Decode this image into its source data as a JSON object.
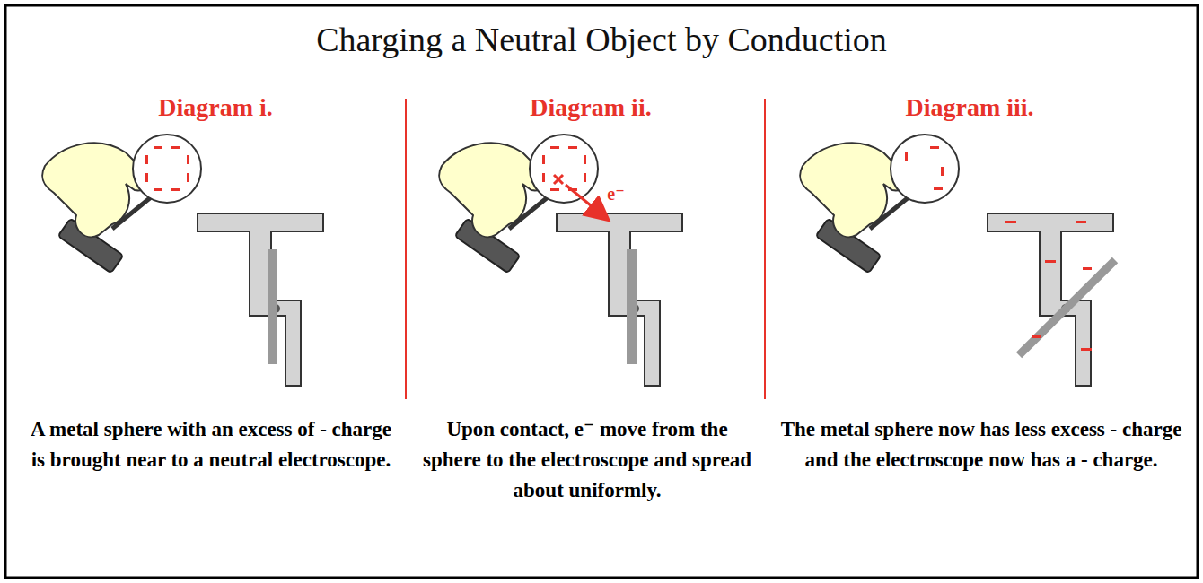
{
  "diagram": {
    "title": "Charging a Neutral Object by Conduction",
    "labels": [
      "Diagram i.",
      "A metal sphere with an excess of - charge is brought near to a neutral electroscope.",
      "Diagram ii.",
      "Upon contact, e⁻ move from the sphere to the electroscope and spread about uniformly.",
      "e⁻",
      "Diagram iii.",
      "The metal sphere now has less excess - charge and the electroscope now has a - charge."
    ]
  }
}
